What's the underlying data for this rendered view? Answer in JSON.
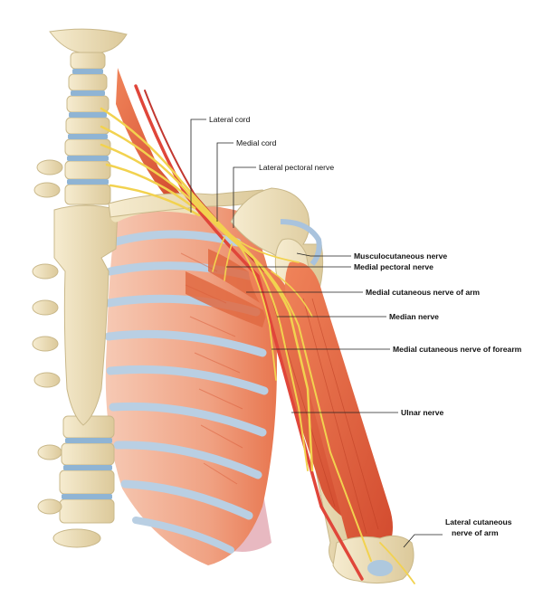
{
  "labels": {
    "lateral_cord": "Lateral cord",
    "medial_cord": "Medial cord",
    "lateral_pectoral_nerve": "Lateral pectoral nerve",
    "musculocutaneous_nerve": "Musculocutaneous nerve",
    "medial_pectoral_nerve": "Medial pectoral nerve",
    "medial_cutaneous_nerve_of_arm": "Medial cutaneous nerve of arm",
    "median_nerve": "Median nerve",
    "medial_cutaneous_nerve_of_forearm": "Medial cutaneous nerve of forearm",
    "ulnar_nerve": "Ulnar nerve",
    "lateral_cutaneous_nerve_of_arm_line1": "Lateral cutaneous",
    "lateral_cutaneous_nerve_of_arm_line2": "nerve of arm"
  },
  "colors": {
    "bone": "#efe2bc",
    "bone_shadow": "#c9b88a",
    "muscle": "#e8663e",
    "muscle_light": "#f1a886",
    "muscle_dark": "#c8412a",
    "nerve": "#f2d24f",
    "cartilage": "#aec8de",
    "disc": "#8fb4d4"
  }
}
